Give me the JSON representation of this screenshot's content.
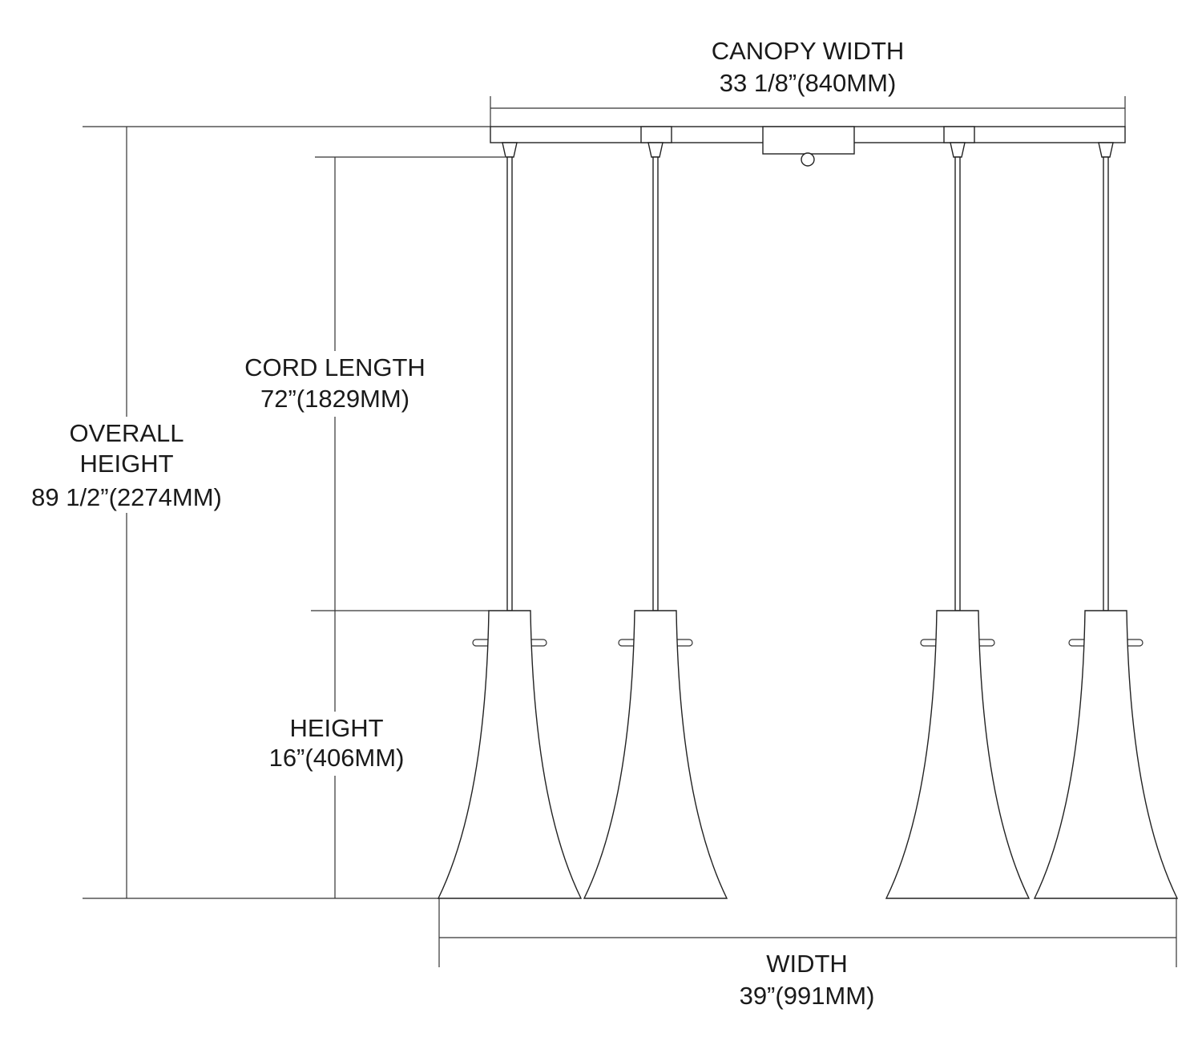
{
  "canopy_width": {
    "label": "CANOPY WIDTH",
    "value": "33 1/8”(840MM)"
  },
  "cord_length": {
    "label": "CORD LENGTH",
    "value": "72”(1829MM)"
  },
  "overall_height": {
    "label_line1": "OVERALL",
    "label_line2": "HEIGHT",
    "value": "89 1/2”(2274MM)"
  },
  "height": {
    "label": "HEIGHT",
    "value": "16”(406MM)"
  },
  "width": {
    "label": "WIDTH",
    "value": "39”(991MM)"
  }
}
